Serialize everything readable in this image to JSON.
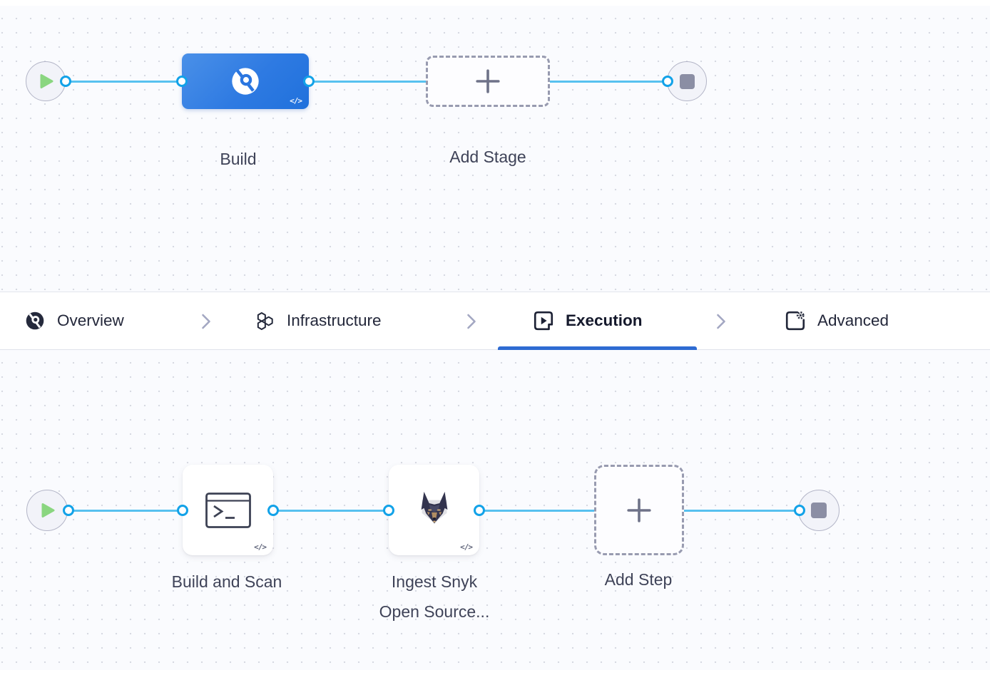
{
  "stage_row": {
    "stage": {
      "label": "Build",
      "icon": "harness-ci-icon",
      "code_badge": "</>"
    },
    "add_stage": {
      "label": "Add Stage"
    }
  },
  "tab_bar": {
    "tabs": [
      {
        "label": "Overview",
        "icon": "ci-overview-icon",
        "active": false
      },
      {
        "label": "Infrastructure",
        "icon": "hexagons-icon",
        "active": false
      },
      {
        "label": "Execution",
        "icon": "play-frame-icon",
        "active": true
      },
      {
        "label": "Advanced",
        "icon": "gear-frame-icon",
        "active": false
      }
    ]
  },
  "step_row": {
    "steps": [
      {
        "label": "Build and Scan",
        "icon": "terminal-icon",
        "code_badge": "</>"
      },
      {
        "label_line1": "Ingest Snyk",
        "label_line2": "Open Source...",
        "icon": "snyk-doberman-icon",
        "code_badge": "</>"
      }
    ],
    "add_step": {
      "label": "Add Step"
    }
  },
  "colors": {
    "connector_line": "#57c1ef",
    "connector_dot_border": "#12a2e8",
    "stage_blue": "#2e7ae2",
    "active_tab_underline": "#2e6bd2",
    "play_green": "#8ad680",
    "end_square_gray": "#8b8ea4",
    "canvas_background": "#fafbfe"
  }
}
